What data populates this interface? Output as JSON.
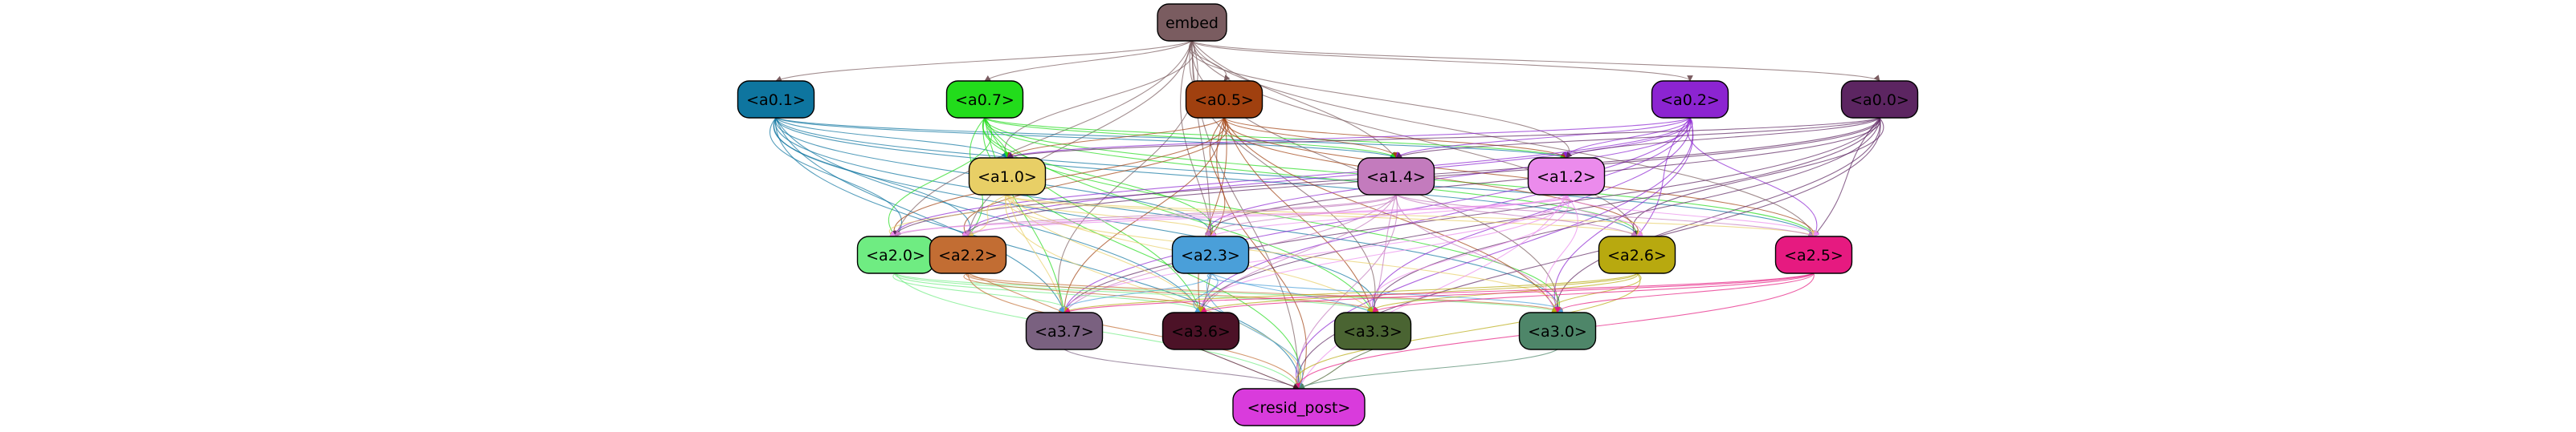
{
  "nodes": [
    {
      "id": "embed",
      "label": "embed",
      "color": "#7a5c60",
      "text_color": "#000000"
    },
    {
      "id": "a0.1",
      "label": "<a0.1>",
      "color": "#0e759f",
      "text_color": "#000000"
    },
    {
      "id": "a0.7",
      "label": "<a0.7>",
      "color": "#22dc1b",
      "text_color": "#000000"
    },
    {
      "id": "a0.5",
      "label": "<a0.5>",
      "color": "#a0400f",
      "text_color": "#000000"
    },
    {
      "id": "a0.2",
      "label": "<a0.2>",
      "color": "#8c24d1",
      "text_color": "#000000"
    },
    {
      "id": "a0.0",
      "label": "<a0.0>",
      "color": "#5c2561",
      "text_color": "#000000"
    },
    {
      "id": "a1.0",
      "label": "<a1.0>",
      "color": "#e8cf66",
      "text_color": "#000000"
    },
    {
      "id": "a1.4",
      "label": "<a1.4>",
      "color": "#c37bbd",
      "text_color": "#000000"
    },
    {
      "id": "a1.2",
      "label": "<a1.2>",
      "color": "#eb8bec",
      "text_color": "#000000"
    },
    {
      "id": "a2.0",
      "label": "<a2.0>",
      "color": "#6fec82",
      "text_color": "#000000"
    },
    {
      "id": "a2.2",
      "label": "<a2.2>",
      "color": "#c26d33",
      "text_color": "#000000"
    },
    {
      "id": "a2.3",
      "label": "<a2.3>",
      "color": "#4a9fd9",
      "text_color": "#000000"
    },
    {
      "id": "a2.6",
      "label": "<a2.6>",
      "color": "#b8a90f",
      "text_color": "#000000"
    },
    {
      "id": "a2.5",
      "label": "<a2.5>",
      "color": "#e61a80",
      "text_color": "#000000"
    },
    {
      "id": "a3.7",
      "label": "<a3.7>",
      "color": "#7a6180",
      "text_color": "#000000"
    },
    {
      "id": "a3.6",
      "label": "<a3.6>",
      "color": "#4c1227",
      "text_color": "#000000"
    },
    {
      "id": "a3.3",
      "label": "<a3.3>",
      "color": "#4a6432",
      "text_color": "#000000"
    },
    {
      "id": "a3.0",
      "label": "<a3.0>",
      "color": "#4e8669",
      "text_color": "#000000"
    },
    {
      "id": "resid_post",
      "label": "<resid_post>",
      "color": "#d93bdc",
      "text_color": "#000000"
    }
  ],
  "edges": [
    {
      "from": "embed",
      "to": "a0.1",
      "color": "#7a5c60"
    },
    {
      "from": "embed",
      "to": "a0.7",
      "color": "#7a5c60"
    },
    {
      "from": "embed",
      "to": "a0.5",
      "color": "#7a5c60"
    },
    {
      "from": "embed",
      "to": "a0.2",
      "color": "#7a5c60"
    },
    {
      "from": "embed",
      "to": "a0.0",
      "color": "#7a5c60"
    },
    {
      "from": "embed",
      "to": "a1.0",
      "color": "#7a5c60"
    },
    {
      "from": "embed",
      "to": "a1.4",
      "color": "#7a5c60"
    },
    {
      "from": "embed",
      "to": "a1.2",
      "color": "#7a5c60"
    },
    {
      "from": "embed",
      "to": "a2.0",
      "color": "#7a5c60"
    },
    {
      "from": "embed",
      "to": "a2.2",
      "color": "#7a5c60"
    },
    {
      "from": "embed",
      "to": "a2.3",
      "color": "#7a5c60"
    },
    {
      "from": "embed",
      "to": "a2.6",
      "color": "#7a5c60"
    },
    {
      "from": "embed",
      "to": "a2.5",
      "color": "#7a5c60"
    },
    {
      "from": "embed",
      "to": "a3.7",
      "color": "#7a5c60"
    },
    {
      "from": "embed",
      "to": "a3.6",
      "color": "#7a5c60"
    },
    {
      "from": "embed",
      "to": "a3.3",
      "color": "#7a5c60"
    },
    {
      "from": "embed",
      "to": "a3.0",
      "color": "#7a5c60"
    },
    {
      "from": "embed",
      "to": "resid_post",
      "color": "#7a5c60"
    },
    {
      "from": "a0.1",
      "to": "a1.0",
      "color": "#0e759f"
    },
    {
      "from": "a0.1",
      "to": "a1.4",
      "color": "#0e759f"
    },
    {
      "from": "a0.1",
      "to": "a1.2",
      "color": "#0e759f"
    },
    {
      "from": "a0.1",
      "to": "a2.0",
      "color": "#0e759f"
    },
    {
      "from": "a0.1",
      "to": "a2.2",
      "color": "#0e759f"
    },
    {
      "from": "a0.1",
      "to": "a2.3",
      "color": "#0e759f"
    },
    {
      "from": "a0.1",
      "to": "a2.6",
      "color": "#0e759f"
    },
    {
      "from": "a0.1",
      "to": "a2.5",
      "color": "#0e759f"
    },
    {
      "from": "a0.1",
      "to": "a3.7",
      "color": "#0e759f"
    },
    {
      "from": "a0.1",
      "to": "a3.6",
      "color": "#0e759f"
    },
    {
      "from": "a0.1",
      "to": "a3.3",
      "color": "#0e759f"
    },
    {
      "from": "a0.1",
      "to": "a3.0",
      "color": "#0e759f"
    },
    {
      "from": "a0.1",
      "to": "resid_post",
      "color": "#0e759f"
    },
    {
      "from": "a0.7",
      "to": "a1.0",
      "color": "#22dc1b"
    },
    {
      "from": "a0.7",
      "to": "a1.4",
      "color": "#22dc1b"
    },
    {
      "from": "a0.7",
      "to": "a1.2",
      "color": "#22dc1b"
    },
    {
      "from": "a0.7",
      "to": "a2.0",
      "color": "#22dc1b"
    },
    {
      "from": "a0.7",
      "to": "a2.2",
      "color": "#22dc1b"
    },
    {
      "from": "a0.7",
      "to": "a2.3",
      "color": "#22dc1b"
    },
    {
      "from": "a0.7",
      "to": "a2.6",
      "color": "#22dc1b"
    },
    {
      "from": "a0.7",
      "to": "a2.5",
      "color": "#22dc1b"
    },
    {
      "from": "a0.7",
      "to": "a3.7",
      "color": "#22dc1b"
    },
    {
      "from": "a0.7",
      "to": "a3.6",
      "color": "#22dc1b"
    },
    {
      "from": "a0.7",
      "to": "a3.3",
      "color": "#22dc1b"
    },
    {
      "from": "a0.7",
      "to": "a3.0",
      "color": "#22dc1b"
    },
    {
      "from": "a0.7",
      "to": "resid_post",
      "color": "#22dc1b"
    },
    {
      "from": "a0.5",
      "to": "a1.0",
      "color": "#a0400f"
    },
    {
      "from": "a0.5",
      "to": "a1.4",
      "color": "#a0400f"
    },
    {
      "from": "a0.5",
      "to": "a1.2",
      "color": "#a0400f"
    },
    {
      "from": "a0.5",
      "to": "a2.0",
      "color": "#a0400f"
    },
    {
      "from": "a0.5",
      "to": "a2.2",
      "color": "#a0400f"
    },
    {
      "from": "a0.5",
      "to": "a2.3",
      "color": "#a0400f"
    },
    {
      "from": "a0.5",
      "to": "a2.6",
      "color": "#a0400f"
    },
    {
      "from": "a0.5",
      "to": "a2.5",
      "color": "#a0400f"
    },
    {
      "from": "a0.5",
      "to": "a3.7",
      "color": "#a0400f"
    },
    {
      "from": "a0.5",
      "to": "a3.6",
      "color": "#a0400f"
    },
    {
      "from": "a0.5",
      "to": "a3.3",
      "color": "#a0400f"
    },
    {
      "from": "a0.5",
      "to": "a3.0",
      "color": "#a0400f"
    },
    {
      "from": "a0.5",
      "to": "resid_post",
      "color": "#a0400f"
    },
    {
      "from": "a0.2",
      "to": "a1.0",
      "color": "#8c24d1"
    },
    {
      "from": "a0.2",
      "to": "a1.4",
      "color": "#8c24d1"
    },
    {
      "from": "a0.2",
      "to": "a1.2",
      "color": "#8c24d1"
    },
    {
      "from": "a0.2",
      "to": "a2.0",
      "color": "#8c24d1"
    },
    {
      "from": "a0.2",
      "to": "a2.2",
      "color": "#8c24d1"
    },
    {
      "from": "a0.2",
      "to": "a2.3",
      "color": "#8c24d1"
    },
    {
      "from": "a0.2",
      "to": "a2.6",
      "color": "#8c24d1"
    },
    {
      "from": "a0.2",
      "to": "a2.5",
      "color": "#8c24d1"
    },
    {
      "from": "a0.2",
      "to": "a3.7",
      "color": "#8c24d1"
    },
    {
      "from": "a0.2",
      "to": "a3.6",
      "color": "#8c24d1"
    },
    {
      "from": "a0.2",
      "to": "a3.3",
      "color": "#8c24d1"
    },
    {
      "from": "a0.2",
      "to": "a3.0",
      "color": "#8c24d1"
    },
    {
      "from": "a0.2",
      "to": "resid_post",
      "color": "#8c24d1"
    },
    {
      "from": "a0.0",
      "to": "a1.0",
      "color": "#5c2561"
    },
    {
      "from": "a0.0",
      "to": "a1.4",
      "color": "#5c2561"
    },
    {
      "from": "a0.0",
      "to": "a1.2",
      "color": "#5c2561"
    },
    {
      "from": "a0.0",
      "to": "a2.0",
      "color": "#5c2561"
    },
    {
      "from": "a0.0",
      "to": "a2.2",
      "color": "#5c2561"
    },
    {
      "from": "a0.0",
      "to": "a2.3",
      "color": "#5c2561"
    },
    {
      "from": "a0.0",
      "to": "a2.6",
      "color": "#5c2561"
    },
    {
      "from": "a0.0",
      "to": "a2.5",
      "color": "#5c2561"
    },
    {
      "from": "a0.0",
      "to": "a3.7",
      "color": "#5c2561"
    },
    {
      "from": "a0.0",
      "to": "a3.6",
      "color": "#5c2561"
    },
    {
      "from": "a0.0",
      "to": "a3.3",
      "color": "#5c2561"
    },
    {
      "from": "a0.0",
      "to": "a3.0",
      "color": "#5c2561"
    },
    {
      "from": "a0.0",
      "to": "resid_post",
      "color": "#5c2561"
    },
    {
      "from": "a1.0",
      "to": "a2.0",
      "color": "#e8cf66"
    },
    {
      "from": "a1.0",
      "to": "a2.2",
      "color": "#e8cf66"
    },
    {
      "from": "a1.0",
      "to": "a2.3",
      "color": "#e8cf66"
    },
    {
      "from": "a1.0",
      "to": "a2.6",
      "color": "#e8cf66"
    },
    {
      "from": "a1.0",
      "to": "a2.5",
      "color": "#e8cf66"
    },
    {
      "from": "a1.0",
      "to": "a3.7",
      "color": "#e8cf66"
    },
    {
      "from": "a1.0",
      "to": "a3.6",
      "color": "#e8cf66"
    },
    {
      "from": "a1.0",
      "to": "a3.3",
      "color": "#e8cf66"
    },
    {
      "from": "a1.0",
      "to": "a3.0",
      "color": "#e8cf66"
    },
    {
      "from": "a1.0",
      "to": "resid_post",
      "color": "#e8cf66"
    },
    {
      "from": "a1.4",
      "to": "a2.0",
      "color": "#c37bbd"
    },
    {
      "from": "a1.4",
      "to": "a2.2",
      "color": "#c37bbd"
    },
    {
      "from": "a1.4",
      "to": "a2.3",
      "color": "#c37bbd"
    },
    {
      "from": "a1.4",
      "to": "a2.6",
      "color": "#c37bbd"
    },
    {
      "from": "a1.4",
      "to": "a2.5",
      "color": "#c37bbd"
    },
    {
      "from": "a1.4",
      "to": "a3.7",
      "color": "#c37bbd"
    },
    {
      "from": "a1.4",
      "to": "a3.6",
      "color": "#c37bbd"
    },
    {
      "from": "a1.4",
      "to": "a3.3",
      "color": "#c37bbd"
    },
    {
      "from": "a1.4",
      "to": "a3.0",
      "color": "#c37bbd"
    },
    {
      "from": "a1.4",
      "to": "resid_post",
      "color": "#c37bbd"
    },
    {
      "from": "a1.2",
      "to": "a2.0",
      "color": "#eb8bec"
    },
    {
      "from": "a1.2",
      "to": "a2.2",
      "color": "#eb8bec"
    },
    {
      "from": "a1.2",
      "to": "a2.3",
      "color": "#eb8bec"
    },
    {
      "from": "a1.2",
      "to": "a2.6",
      "color": "#eb8bec"
    },
    {
      "from": "a1.2",
      "to": "a2.5",
      "color": "#eb8bec"
    },
    {
      "from": "a1.2",
      "to": "a3.7",
      "color": "#eb8bec"
    },
    {
      "from": "a1.2",
      "to": "a3.6",
      "color": "#eb8bec"
    },
    {
      "from": "a1.2",
      "to": "a3.3",
      "color": "#eb8bec"
    },
    {
      "from": "a1.2",
      "to": "a3.0",
      "color": "#eb8bec"
    },
    {
      "from": "a1.2",
      "to": "resid_post",
      "color": "#eb8bec"
    },
    {
      "from": "a2.0",
      "to": "a3.7",
      "color": "#6fec82"
    },
    {
      "from": "a2.0",
      "to": "a3.6",
      "color": "#6fec82"
    },
    {
      "from": "a2.0",
      "to": "a3.3",
      "color": "#6fec82"
    },
    {
      "from": "a2.0",
      "to": "a3.0",
      "color": "#6fec82"
    },
    {
      "from": "a2.0",
      "to": "resid_post",
      "color": "#6fec82"
    },
    {
      "from": "a2.2",
      "to": "a3.7",
      "color": "#c26d33"
    },
    {
      "from": "a2.2",
      "to": "a3.6",
      "color": "#c26d33"
    },
    {
      "from": "a2.2",
      "to": "a3.3",
      "color": "#c26d33"
    },
    {
      "from": "a2.2",
      "to": "a3.0",
      "color": "#c26d33"
    },
    {
      "from": "a2.2",
      "to": "resid_post",
      "color": "#c26d33"
    },
    {
      "from": "a2.3",
      "to": "a3.7",
      "color": "#4a9fd9"
    },
    {
      "from": "a2.3",
      "to": "a3.6",
      "color": "#4a9fd9"
    },
    {
      "from": "a2.3",
      "to": "a3.3",
      "color": "#4a9fd9"
    },
    {
      "from": "a2.3",
      "to": "a3.0",
      "color": "#4a9fd9"
    },
    {
      "from": "a2.3",
      "to": "resid_post",
      "color": "#4a9fd9"
    },
    {
      "from": "a2.6",
      "to": "a3.7",
      "color": "#b8a90f"
    },
    {
      "from": "a2.6",
      "to": "a3.6",
      "color": "#b8a90f"
    },
    {
      "from": "a2.6",
      "to": "a3.3",
      "color": "#b8a90f"
    },
    {
      "from": "a2.6",
      "to": "a3.0",
      "color": "#b8a90f"
    },
    {
      "from": "a2.6",
      "to": "resid_post",
      "color": "#b8a90f"
    },
    {
      "from": "a2.5",
      "to": "a3.7",
      "color": "#e61a80"
    },
    {
      "from": "a2.5",
      "to": "a3.6",
      "color": "#e61a80"
    },
    {
      "from": "a2.5",
      "to": "a3.3",
      "color": "#e61a80"
    },
    {
      "from": "a2.5",
      "to": "a3.0",
      "color": "#e61a80"
    },
    {
      "from": "a2.5",
      "to": "resid_post",
      "color": "#e61a80"
    },
    {
      "from": "a3.7",
      "to": "resid_post",
      "color": "#7a6180"
    },
    {
      "from": "a3.6",
      "to": "resid_post",
      "color": "#4c1227"
    },
    {
      "from": "a3.3",
      "to": "resid_post",
      "color": "#4a6432"
    },
    {
      "from": "a3.0",
      "to": "resid_post",
      "color": "#4e8669"
    }
  ]
}
